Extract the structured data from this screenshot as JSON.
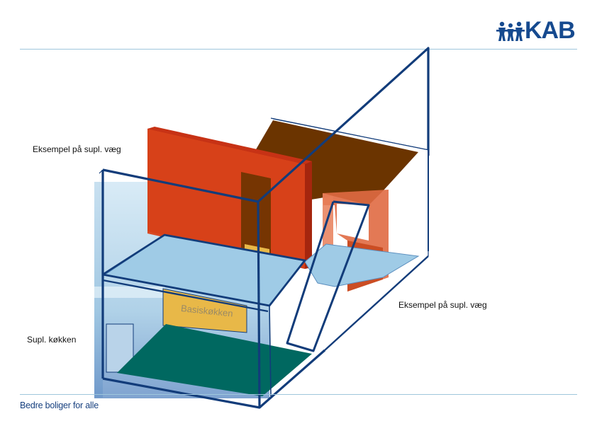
{
  "header": {
    "logo_text": "KAB",
    "logo_icon": "people-icon"
  },
  "labels": {
    "wall_example_left": "Eksempel på supl. væg",
    "wall_example_right": "Eksempel på supl. væg",
    "supplementary_kitchen": "Supl. køkken",
    "basic_kitchen": "Basiskøkken"
  },
  "footer": {
    "slogan": "Bedre boliger for alle"
  },
  "colors": {
    "brand_blue": "#164a8f",
    "outline_navy": "#123c7a",
    "wall_orange": "#d9421a",
    "floor_brown": "#6b3400",
    "floor_light_blue": "#9fcbe6",
    "floor_teal": "#006860",
    "kitchen_yellow": "#e8b848",
    "rule_line": "#9fc7dc"
  }
}
